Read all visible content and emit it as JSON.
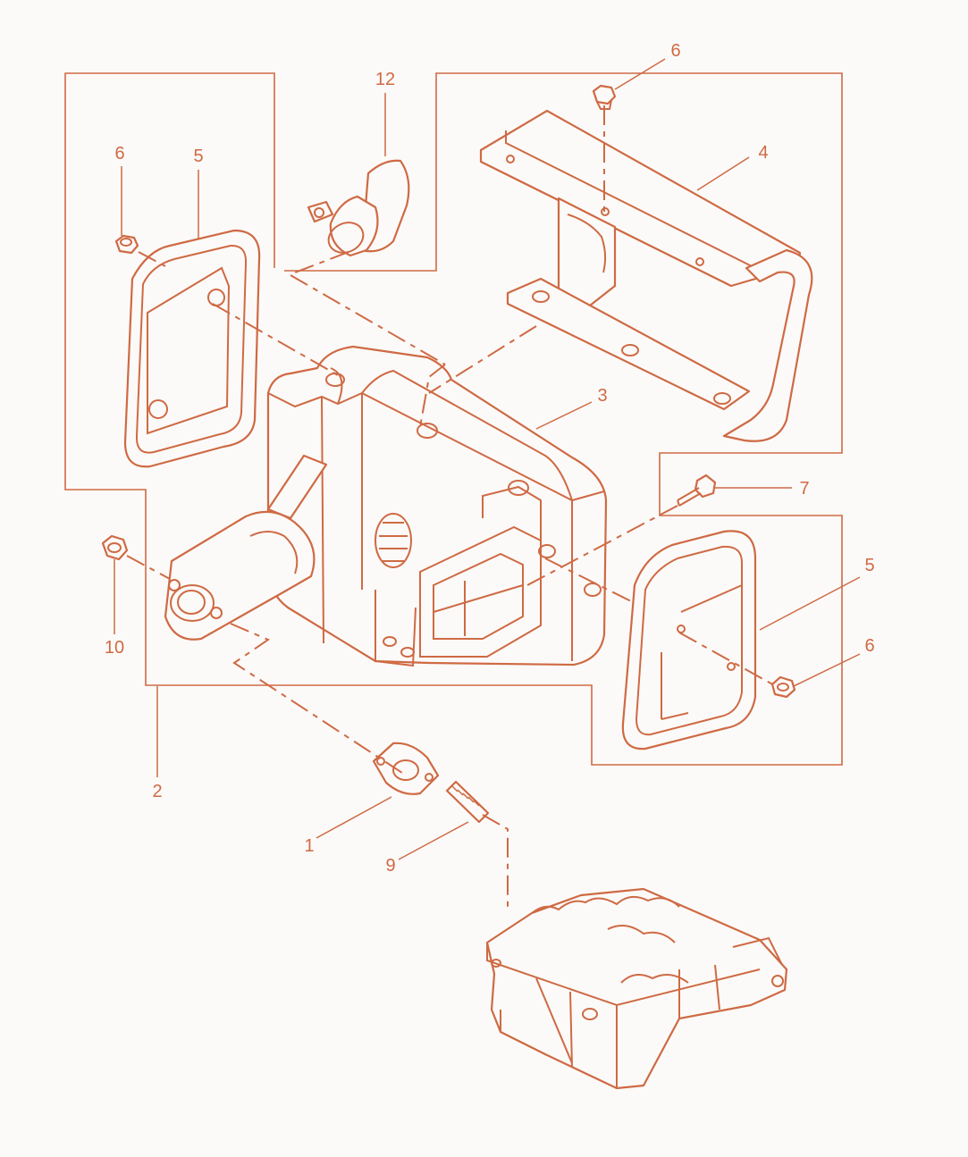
{
  "colors": {
    "ink": "#cf6a44",
    "paper": "#fbfaf8"
  },
  "callouts": {
    "c1": "1",
    "c2": "2",
    "c3": "3",
    "c4": "4",
    "c5_left": "5",
    "c5_right": "5",
    "c6_left": "6",
    "c6_top": "6",
    "c6_right": "6",
    "c7": "7",
    "c9": "9",
    "c10": "10",
    "c12": "12"
  }
}
